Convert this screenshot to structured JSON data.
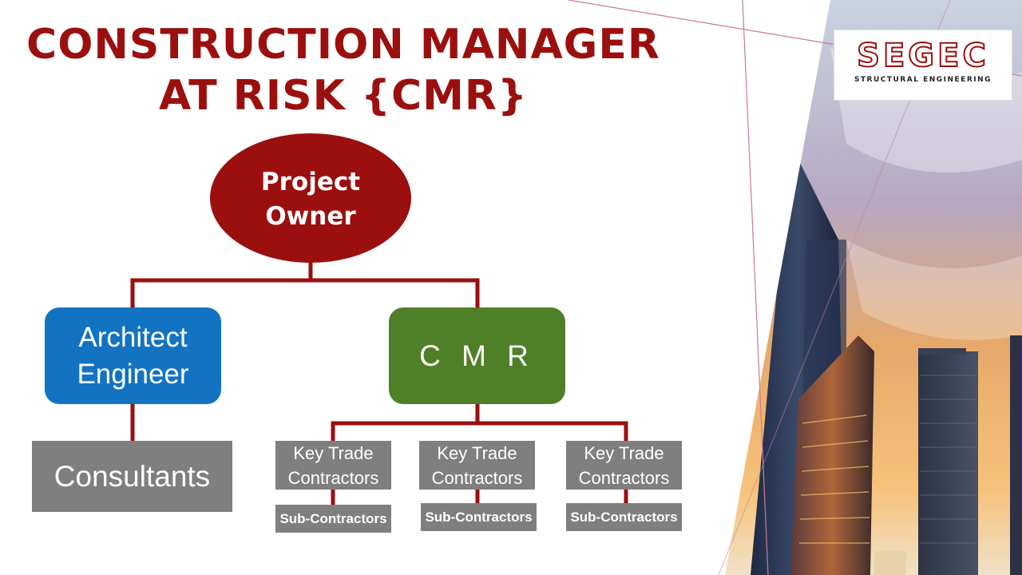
{
  "title": {
    "line1": "CONSTRUCTION MANAGER",
    "line2": "AT RISK  {CMR}"
  },
  "logo": {
    "name": "SEGEC",
    "tagline": "STRUCTURAL ENGINEERING"
  },
  "diagram": {
    "owner": [
      "Project",
      "Owner"
    ],
    "architect": [
      "Architect",
      "Engineer"
    ],
    "cmr": "C M R",
    "consultants": "Consultants",
    "trade_contractors": [
      [
        "Key Trade",
        "Contractors"
      ],
      [
        "Key Trade",
        "Contractors"
      ],
      [
        "Key Trade",
        "Contractors"
      ]
    ],
    "sub_contractors": [
      "Sub-Contractors",
      "Sub-Contractors",
      "Sub-Contractors"
    ]
  },
  "colors": {
    "accent_red": "#9b0f0f",
    "architect_blue": "#1273c2",
    "cmr_green": "#4f7f27",
    "box_gray": "#7f7f7f"
  }
}
